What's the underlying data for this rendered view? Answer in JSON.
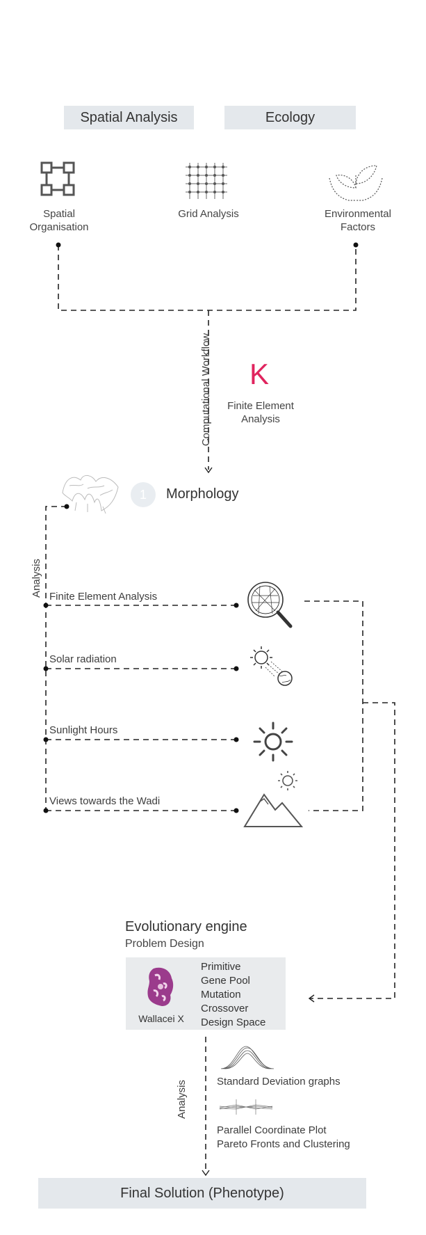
{
  "headers": {
    "spatial_analysis": "Spatial Analysis",
    "ecology": "Ecology"
  },
  "top_items": {
    "spatial_org": [
      "Spatial",
      "Organisation"
    ],
    "grid": "Grid Analysis",
    "env": [
      "Environmental",
      "Factors"
    ]
  },
  "workflow_label": "Computational Workflow",
  "karamba": {
    "glyph": "K",
    "label": [
      "Finite Element",
      "Analysis"
    ],
    "color": "#e0245e"
  },
  "morphology": {
    "step": "1",
    "label": "Morphology"
  },
  "analysis_label": "Analysis",
  "analyses": [
    "Finite Element Analysis",
    "Solar radiation",
    "Sunlight Hours",
    "Views towards the Wadi"
  ],
  "engine": {
    "title": "Evolutionary engine",
    "subtitle": "Problem Design",
    "tool": "Wallacei X",
    "params": [
      "Primitive",
      "Gene Pool",
      "Mutation",
      "Crossover",
      "Design Space"
    ]
  },
  "outputs": {
    "analysis_label": "Analysis",
    "std_dev": "Standard Deviation graphs",
    "pcp": [
      "Parallel Coordinate Plot",
      "Pareto Fronts and Clustering"
    ]
  },
  "final": "Final Solution (Phenotype)",
  "colors": {
    "header_bg": "#e4e8ec",
    "accent": "#e0245e",
    "wallacei": "#9b3b8c"
  }
}
